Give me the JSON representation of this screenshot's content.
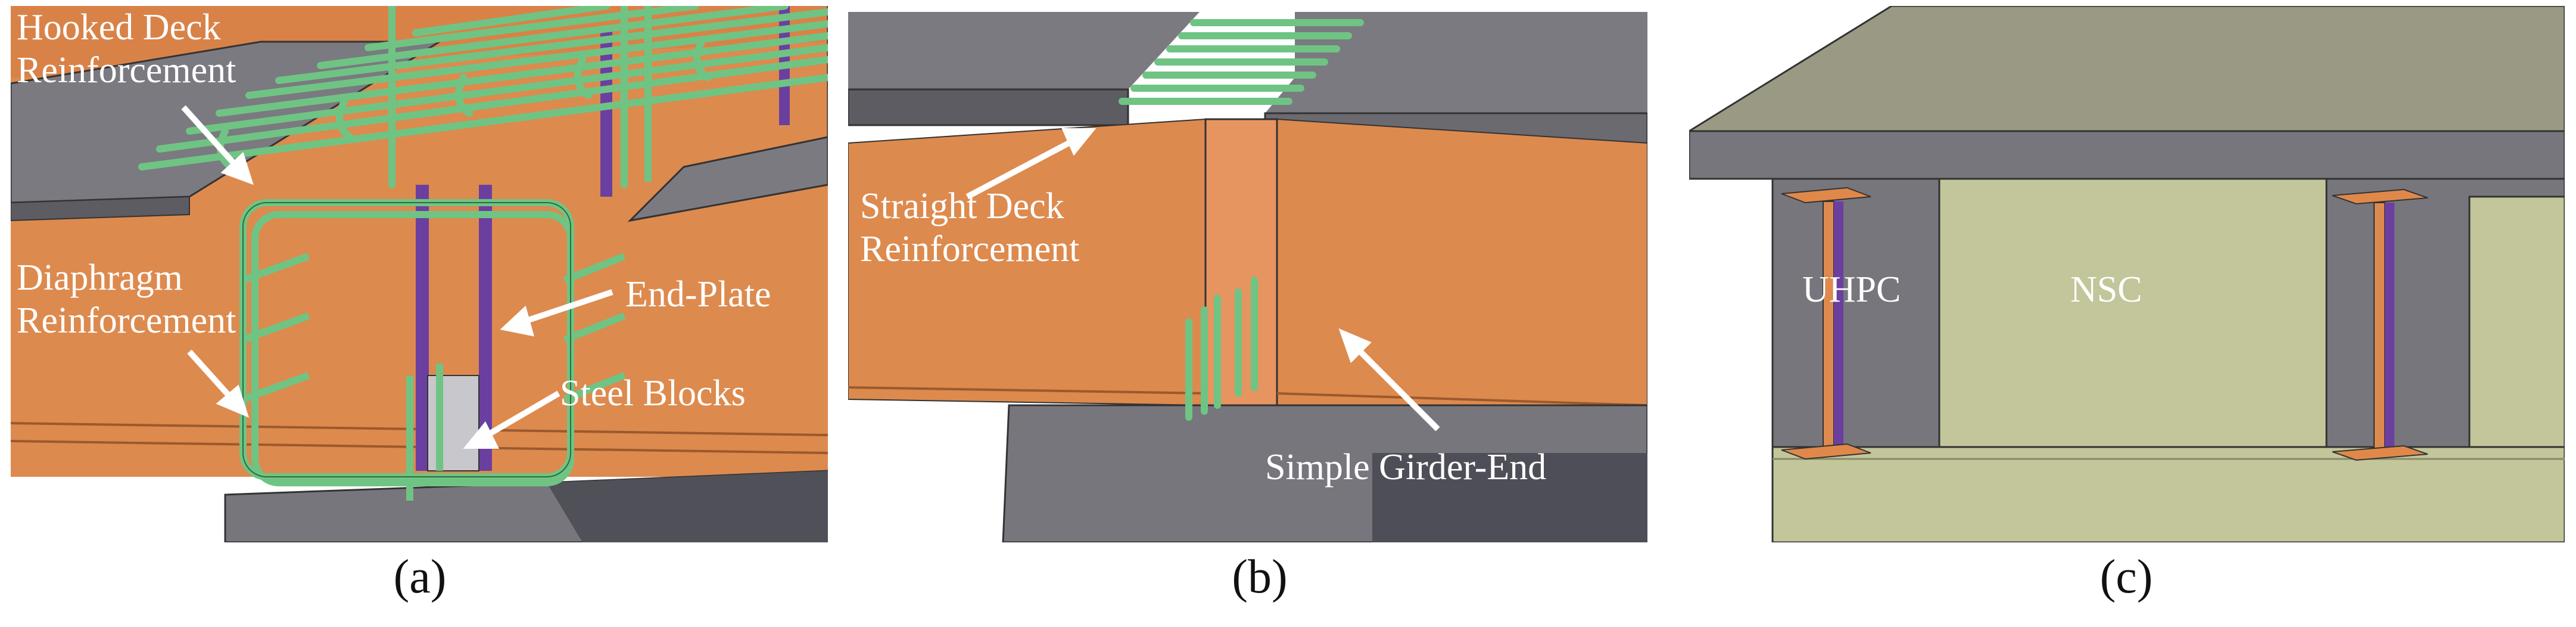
{
  "panels": {
    "a": {
      "caption": "(a)",
      "labels": {
        "hooked_deck": "Hooked Deck\nReinforcement",
        "diaphragm": "Diaphragm\nReinforcement",
        "end_plate": "End-Plate",
        "steel_blocks": "Steel Blocks"
      }
    },
    "b": {
      "caption": "(b)",
      "labels": {
        "straight_deck": "Straight Deck\nReinforcement",
        "girder_end": "Simple Girder-End"
      }
    },
    "c": {
      "caption": "(c)",
      "labels": {
        "uhpc": "UHPC",
        "nsc": "NSC"
      }
    }
  },
  "colors": {
    "concrete_gray": "#76767c",
    "concrete_dark": "#505058",
    "girder_orange": "#dd8a4e",
    "rebar_green": "#6fc484",
    "plate_purple": "#6b3fa0",
    "nsc_olive": "#c3c69a",
    "deck_top": "#9a9a84",
    "label_white": "#ffffff"
  }
}
